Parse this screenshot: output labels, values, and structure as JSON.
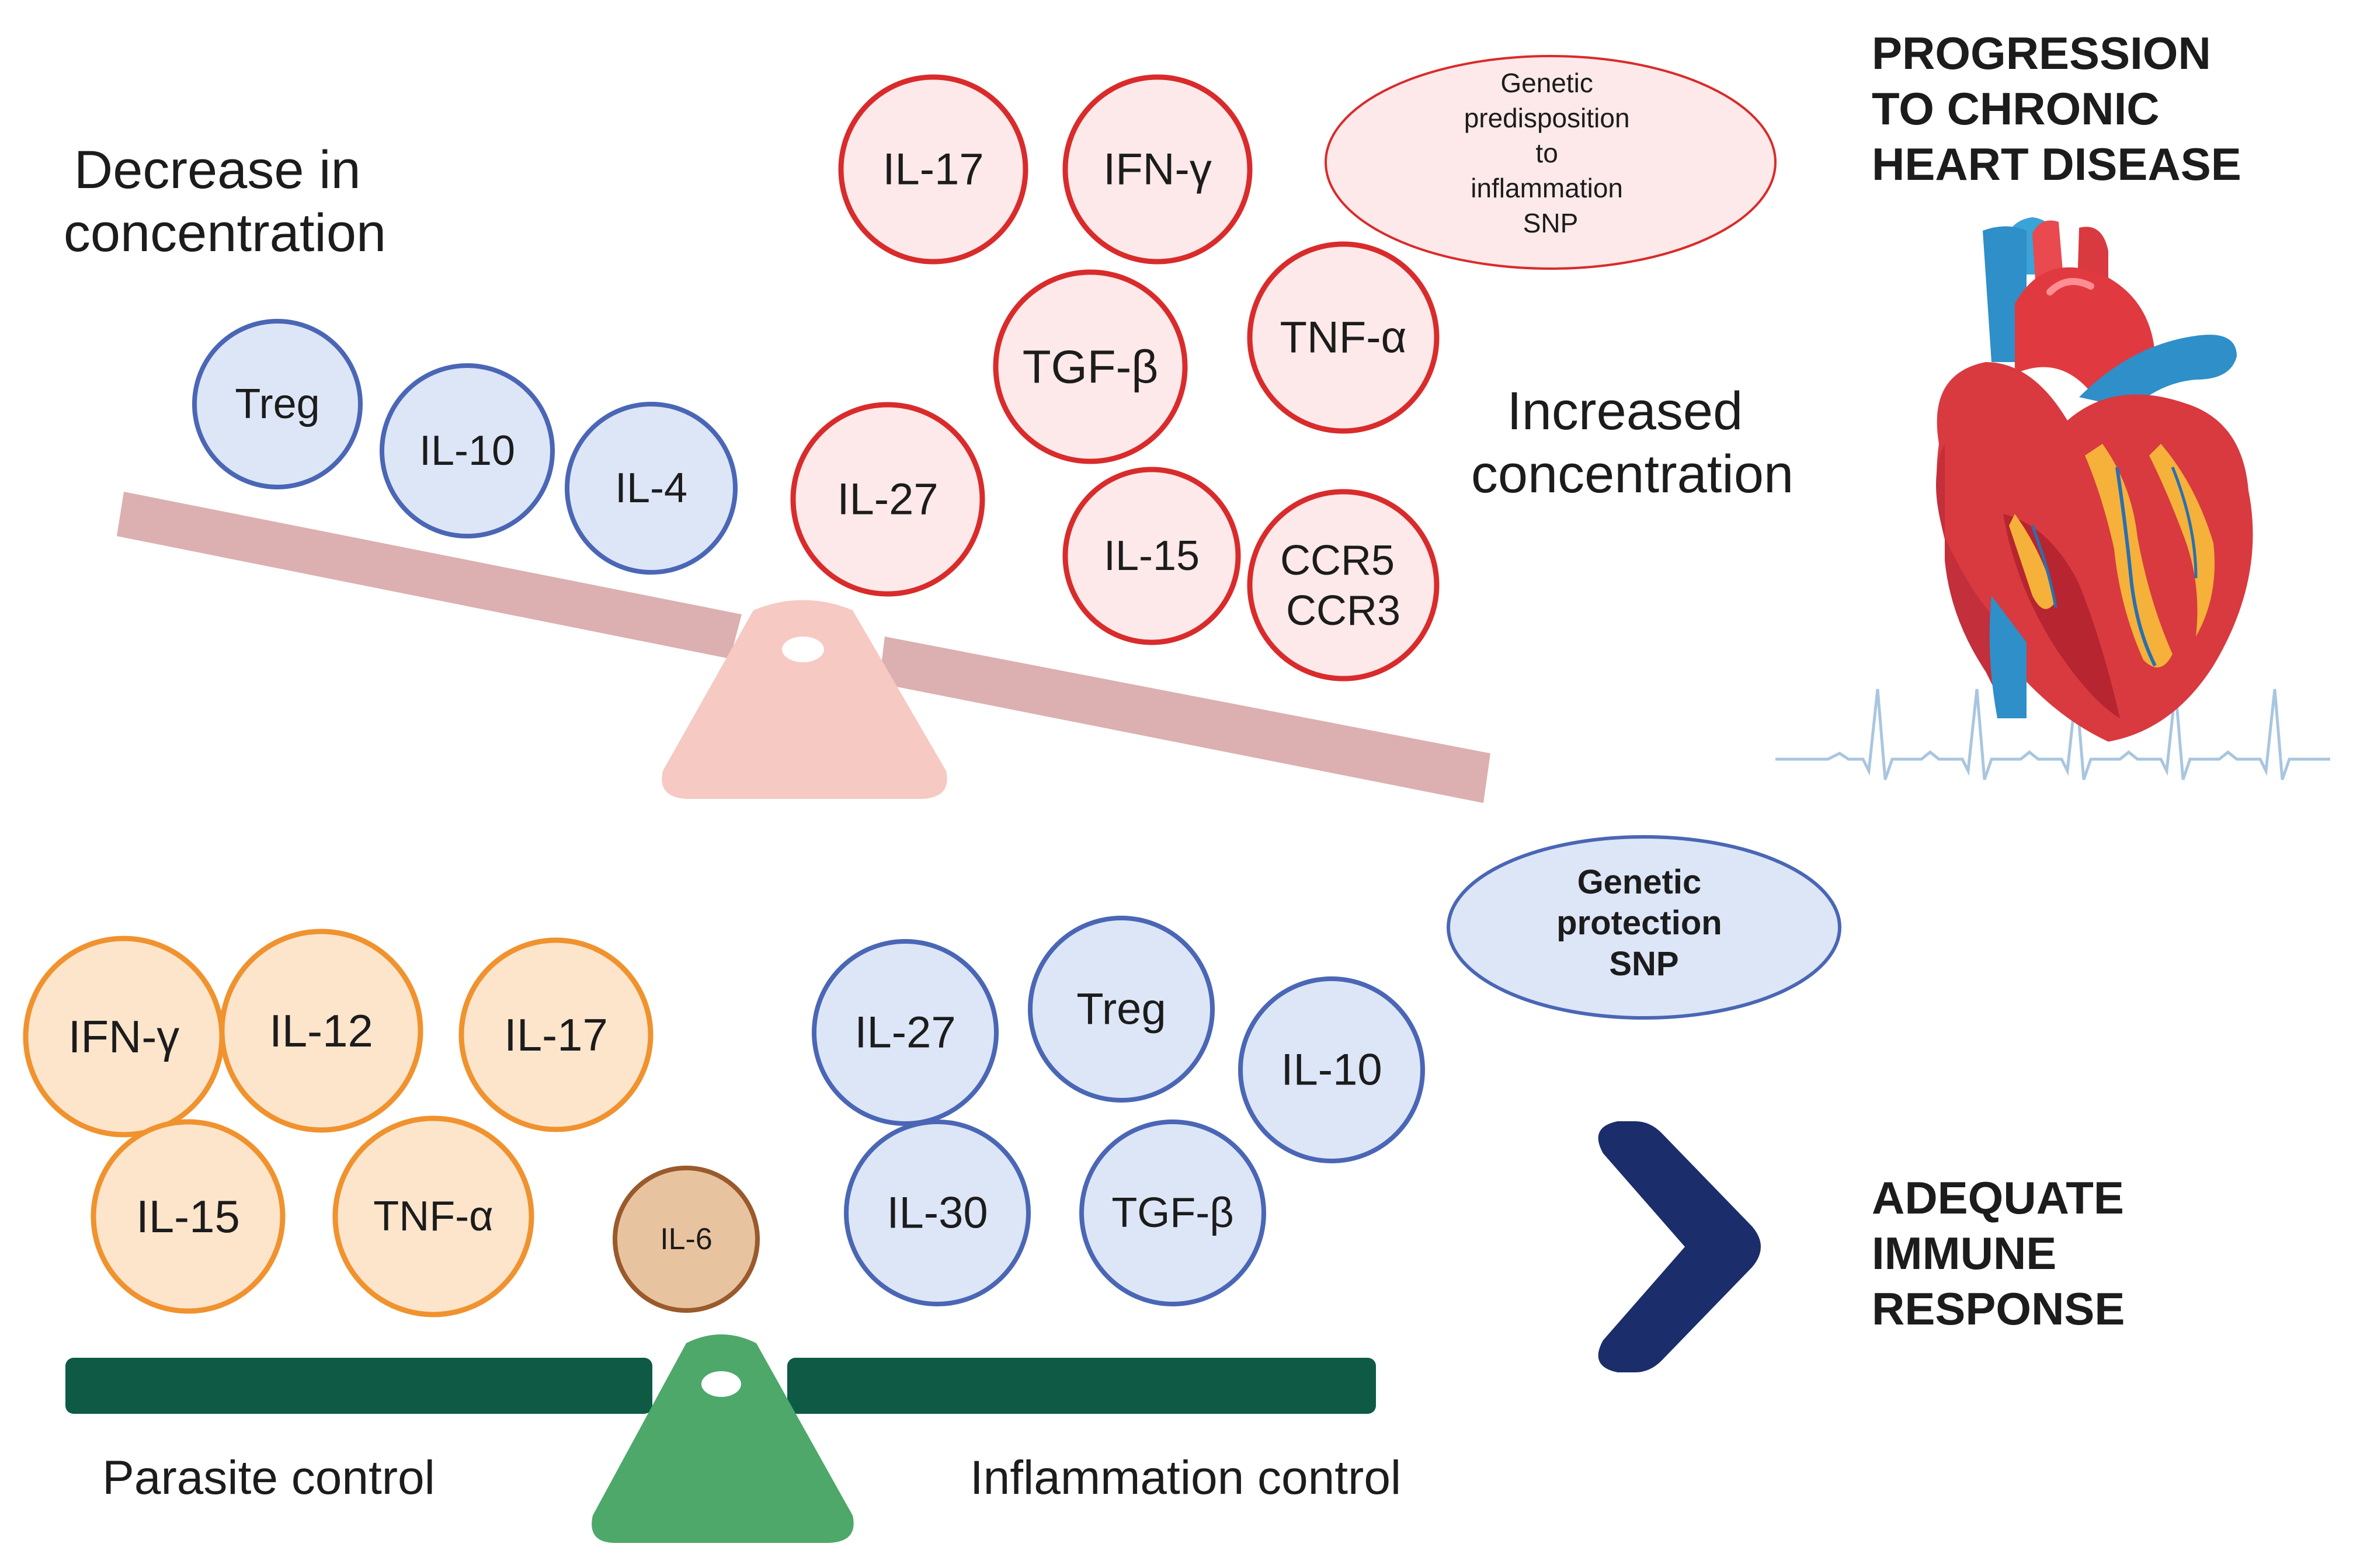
{
  "top_left_label": [
    "Decrease in",
    "concentration"
  ],
  "top_right_label": [
    "Increased",
    "concentration"
  ],
  "progression_title": [
    "PROGRESSION",
    "TO CHRONIC",
    "HEART DISEASE"
  ],
  "adequate_title": [
    "ADEQUATE",
    "IMMUNE",
    "RESPONSE"
  ],
  "parasite_control": "Parasite control",
  "inflammation_control": "Inflammation control",
  "genetic_predisposition": [
    "Genetic",
    "predisposition",
    "to",
    "inflammation",
    "SNP"
  ],
  "genetic_protection": [
    "Genetic",
    "protection",
    "SNP"
  ],
  "top_decreased": [
    "Treg",
    "IL-10",
    "IL-4"
  ],
  "top_increased": [
    "IL-17",
    "IFN-γ",
    "TGF-β",
    "TNF-α",
    "IL-27",
    "IL-15",
    "CCR5\nCCR3"
  ],
  "bottom_parasite": [
    "IFN-γ",
    "IL-12",
    "IL-17",
    "IL-15",
    "TNF-α",
    "IL-6"
  ],
  "bottom_inflammation": [
    "IL-27",
    "Treg",
    "IL-10",
    "IL-30",
    "TGF-β"
  ],
  "colors": {
    "blue_fill": "#dde6f7",
    "blue_stroke": "#4a66b5",
    "red_fill": "#fde9e9",
    "red_stroke": "#d92b2b",
    "orange_fill": "#fde5cc",
    "orange_stroke": "#f0922e",
    "brown_fill": "#e8c39f",
    "brown_stroke": "#9a5a2c",
    "top_beam": "#dcb0b0",
    "top_fulcrum": "#f6c9c3",
    "bottom_beam": "#0e5a45",
    "bottom_fulcrum": "#4da86a",
    "chevron": "#1b2d6b"
  }
}
